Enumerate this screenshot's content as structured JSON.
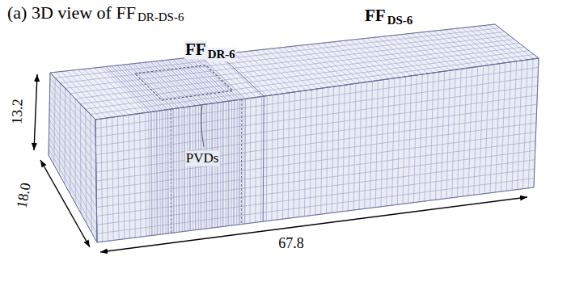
{
  "diagram": {
    "labels": [
      "(a) 3D view of FF",
      "DR-DS-6",
      "FF",
      "DR-6",
      "FF",
      "DS-6",
      "PVDs",
      "13.2",
      "18.0",
      "67.8"
    ]
  }
}
